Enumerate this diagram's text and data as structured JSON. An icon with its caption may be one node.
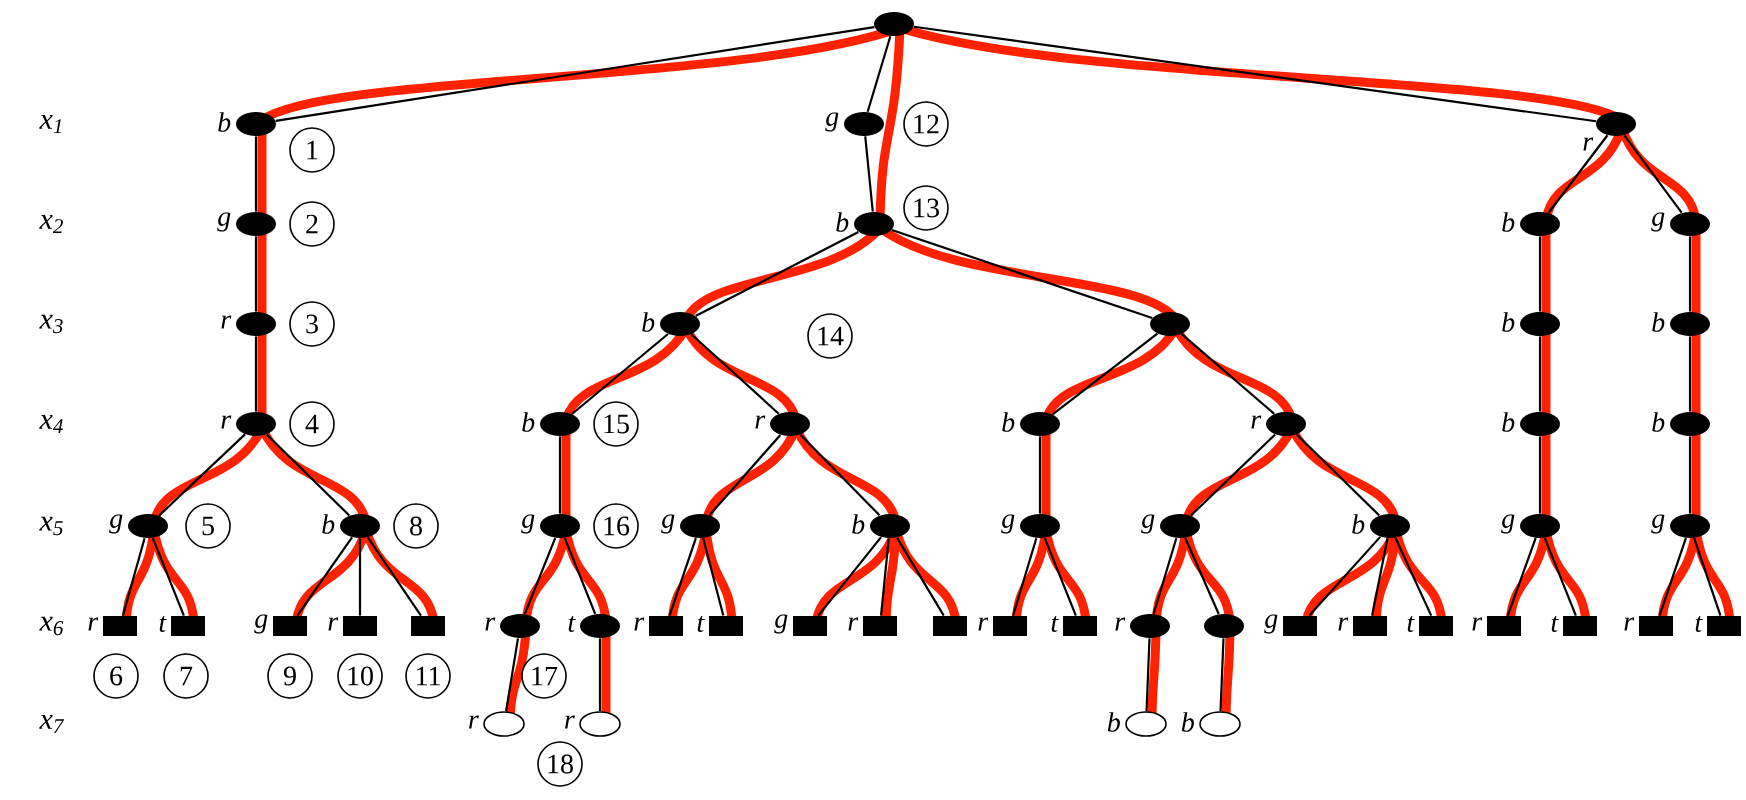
{
  "diagram": {
    "nodes": [
      {
        "text": [],
        "shape": "ellipse"
      },
      {
        "text": [],
        "shape": "ellipse",
        "beside": [
          "b"
        ]
      },
      {
        "text": [],
        "shape": "ellipse",
        "beside": [
          "g"
        ]
      },
      {
        "text": [],
        "shape": "ellipse",
        "beside": [
          "r"
        ]
      },
      {
        "text": [],
        "shape": "ellipse",
        "beside": [
          "g"
        ]
      },
      {
        "text": [],
        "shape": "ellipse",
        "beside": [
          "b"
        ]
      },
      {
        "text": [],
        "shape": "ellipse",
        "beside": [
          "b"
        ]
      },
      {
        "text": [],
        "shape": "ellipse",
        "beside": [
          "g"
        ]
      },
      {
        "text": [],
        "shape": "ellipse",
        "beside": [
          "r"
        ]
      },
      {
        "text": [],
        "shape": "ellipse",
        "beside": [
          "b"
        ]
      },
      {
        "text": [],
        "shape": "ellipse"
      },
      {
        "text": [],
        "shape": "ellipse",
        "beside": [
          "b"
        ]
      },
      {
        "text": [],
        "shape": "ellipse",
        "beside": [
          "b"
        ]
      },
      {
        "text": [],
        "shape": "ellipse",
        "beside": [
          "r"
        ]
      },
      {
        "text": [],
        "shape": "ellipse",
        "beside": [
          "b"
        ]
      },
      {
        "text": [],
        "shape": "ellipse",
        "beside": [
          "r"
        ]
      },
      {
        "text": [],
        "shape": "ellipse",
        "beside": [
          "b"
        ]
      },
      {
        "text": [],
        "shape": "ellipse",
        "beside": [
          "r"
        ]
      },
      {
        "text": [],
        "shape": "ellipse",
        "beside": [
          "b"
        ]
      },
      {
        "text": [],
        "shape": "ellipse",
        "beside": [
          "b"
        ]
      },
      {
        "text": [],
        "shape": "ellipse",
        "beside": [
          "g"
        ]
      },
      {
        "text": [],
        "shape": "ellipse",
        "beside": [
          "b"
        ]
      },
      {
        "text": [],
        "shape": "ellipse",
        "beside": [
          "g"
        ]
      },
      {
        "text": [],
        "shape": "ellipse",
        "beside": [
          "g"
        ]
      },
      {
        "text": [],
        "shape": "ellipse",
        "beside": [
          "b"
        ]
      },
      {
        "text": [],
        "shape": "ellipse",
        "beside": [
          "g"
        ]
      },
      {
        "text": [],
        "shape": "ellipse",
        "beside": [
          "g"
        ]
      },
      {
        "text": [],
        "shape": "ellipse",
        "beside": [
          "b"
        ]
      },
      {
        "text": [],
        "shape": "ellipse",
        "beside": [
          "g"
        ]
      },
      {
        "text": [],
        "shape": "ellipse",
        "beside": [
          "g"
        ]
      },
      {
        "text": [],
        "shape": "box",
        "beside": [
          "r"
        ]
      },
      {
        "text": [],
        "shape": "box",
        "beside": [
          "t"
        ]
      },
      {
        "text": [],
        "shape": "box",
        "beside": [
          "g"
        ]
      },
      {
        "text": [],
        "shape": "box",
        "beside": [
          "r"
        ]
      },
      {
        "text": [],
        "shape": "box"
      },
      {
        "text": [],
        "shape": "ellipse",
        "beside": [
          "r"
        ]
      },
      {
        "text": [],
        "shape": "ellipse",
        "beside": [
          "t"
        ]
      },
      {
        "text": [],
        "shape": "box",
        "beside": [
          "r"
        ]
      },
      {
        "text": [],
        "shape": "box",
        "beside": [
          "t"
        ]
      },
      {
        "text": [],
        "shape": "box",
        "beside": [
          "g"
        ]
      },
      {
        "text": [],
        "shape": "box",
        "beside": [
          "r"
        ]
      },
      {
        "text": [],
        "shape": "box"
      },
      {
        "text": [],
        "shape": "box",
        "beside": [
          "r"
        ]
      },
      {
        "text": [],
        "shape": "box",
        "beside": [
          "t"
        ]
      },
      {
        "text": [],
        "shape": "ellipse",
        "beside": [
          "r"
        ]
      },
      {
        "text": [],
        "shape": "ellipse"
      },
      {
        "text": [],
        "shape": "box",
        "beside": [
          "g"
        ]
      },
      {
        "text": [],
        "shape": "box",
        "beside": [
          "r"
        ]
      },
      {
        "text": [],
        "shape": "box",
        "beside": [
          "t"
        ]
      },
      {
        "text": [],
        "shape": "box",
        "beside": [
          "r"
        ]
      },
      {
        "text": [],
        "shape": "box",
        "beside": [
          "t"
        ]
      },
      {
        "text": [],
        "shape": "box",
        "beside": [
          "r"
        ]
      },
      {
        "text": [],
        "shape": "box",
        "beside": [
          "t"
        ]
      },
      {
        "text": [],
        "shape": "ellipse",
        "beside": [
          "r"
        ]
      },
      {
        "text": [],
        "shape": "ellipse",
        "beside": [
          "r"
        ]
      },
      {
        "text": [],
        "shape": "ellipse",
        "beside": [
          "b"
        ]
      },
      {
        "text": [],
        "shape": "ellipse",
        "beside": [
          "b"
        ]
      }
    ],
    "edges": [
      {
        "from": 0,
        "to": 1,
        "arrow": "none"
      },
      {
        "from": 0,
        "to": 2,
        "arrow": "none"
      },
      {
        "from": 0,
        "to": 3,
        "arrow": "none"
      },
      {
        "from": 1,
        "to": 4,
        "arrow": "none"
      },
      {
        "from": 2,
        "to": 5,
        "arrow": "none"
      },
      {
        "from": 3,
        "to": 6,
        "arrow": "none"
      },
      {
        "from": 3,
        "to": 7,
        "arrow": "none"
      },
      {
        "from": 4,
        "to": 8,
        "arrow": "none"
      },
      {
        "from": 5,
        "to": 9,
        "arrow": "none"
      },
      {
        "from": 5,
        "to": 10,
        "arrow": "none"
      },
      {
        "from": 6,
        "to": 11,
        "arrow": "none"
      },
      {
        "from": 7,
        "to": 12,
        "arrow": "none"
      },
      {
        "from": 8,
        "to": 13,
        "arrow": "none"
      },
      {
        "from": 9,
        "to": 14,
        "arrow": "none"
      },
      {
        "from": 9,
        "to": 15,
        "arrow": "none"
      },
      {
        "from": 10,
        "to": 16,
        "arrow": "none"
      },
      {
        "from": 10,
        "to": 17,
        "arrow": "none"
      },
      {
        "from": 11,
        "to": 18,
        "arrow": "none"
      },
      {
        "from": 12,
        "to": 19,
        "arrow": "none"
      },
      {
        "from": 13,
        "to": 20,
        "arrow": "none"
      },
      {
        "from": 13,
        "to": 21,
        "arrow": "none"
      },
      {
        "from": 14,
        "to": 22,
        "arrow": "none"
      },
      {
        "from": 15,
        "to": 23,
        "arrow": "none"
      },
      {
        "from": 15,
        "to": 24,
        "arrow": "none"
      },
      {
        "from": 16,
        "to": 25,
        "arrow": "none"
      },
      {
        "from": 17,
        "to": 26,
        "arrow": "none"
      },
      {
        "from": 17,
        "to": 27,
        "arrow": "none"
      },
      {
        "from": 18,
        "to": 28,
        "arrow": "none"
      },
      {
        "from": 19,
        "to": 29,
        "arrow": "none"
      },
      {
        "from": 20,
        "to": 30,
        "arrow": "none"
      },
      {
        "from": 20,
        "to": 31,
        "arrow": "none"
      },
      {
        "from": 21,
        "to": 32,
        "arrow": "none"
      },
      {
        "from": 21,
        "to": 33,
        "arrow": "none"
      },
      {
        "from": 21,
        "to": 34,
        "arrow": "none"
      },
      {
        "from": 22,
        "to": 35,
        "arrow": "none"
      },
      {
        "from": 22,
        "to": 36,
        "arrow": "none"
      },
      {
        "from": 23,
        "to": 37,
        "arrow": "none"
      },
      {
        "from": 23,
        "to": 38,
        "arrow": "none"
      },
      {
        "from": 24,
        "to": 39,
        "arrow": "none"
      },
      {
        "from": 24,
        "to": 40,
        "arrow": "none"
      },
      {
        "from": 24,
        "to": 41,
        "arrow": "none"
      },
      {
        "from": 25,
        "to": 42,
        "arrow": "none"
      },
      {
        "from": 25,
        "to": 43,
        "arrow": "none"
      },
      {
        "from": 26,
        "to": 44,
        "arrow": "none"
      },
      {
        "from": 26,
        "to": 45,
        "arrow": "none"
      },
      {
        "from": 27,
        "to": 46,
        "arrow": "none"
      },
      {
        "from": 27,
        "to": 47,
        "arrow": "none"
      },
      {
        "from": 27,
        "to": 48,
        "arrow": "none"
      },
      {
        "from": 28,
        "to": 49,
        "arrow": "none"
      },
      {
        "from": 28,
        "to": 50,
        "arrow": "none"
      },
      {
        "from": 29,
        "to": 51,
        "arrow": "none"
      },
      {
        "from": 29,
        "to": 52,
        "arrow": "none"
      },
      {
        "from": 35,
        "to": 53,
        "arrow": "none"
      },
      {
        "from": 36,
        "to": 54,
        "arrow": "none"
      },
      {
        "from": 44,
        "to": 55,
        "arrow": "none"
      },
      {
        "from": 45,
        "to": 56,
        "arrow": "none"
      }
    ],
    "labels": [
      "x$_{1}$",
      "x$_{2}$",
      "x$_{3}$",
      "x$_{4}$",
      "x$_{5}$",
      "x$_{6}$",
      "x$_{7}$",
      "1",
      "2",
      "3",
      "4",
      "5",
      "6",
      "7",
      "8",
      "9",
      "10",
      "11",
      "12",
      "13",
      "14",
      "15",
      "16",
      "17",
      "18"
    ]
  }
}
